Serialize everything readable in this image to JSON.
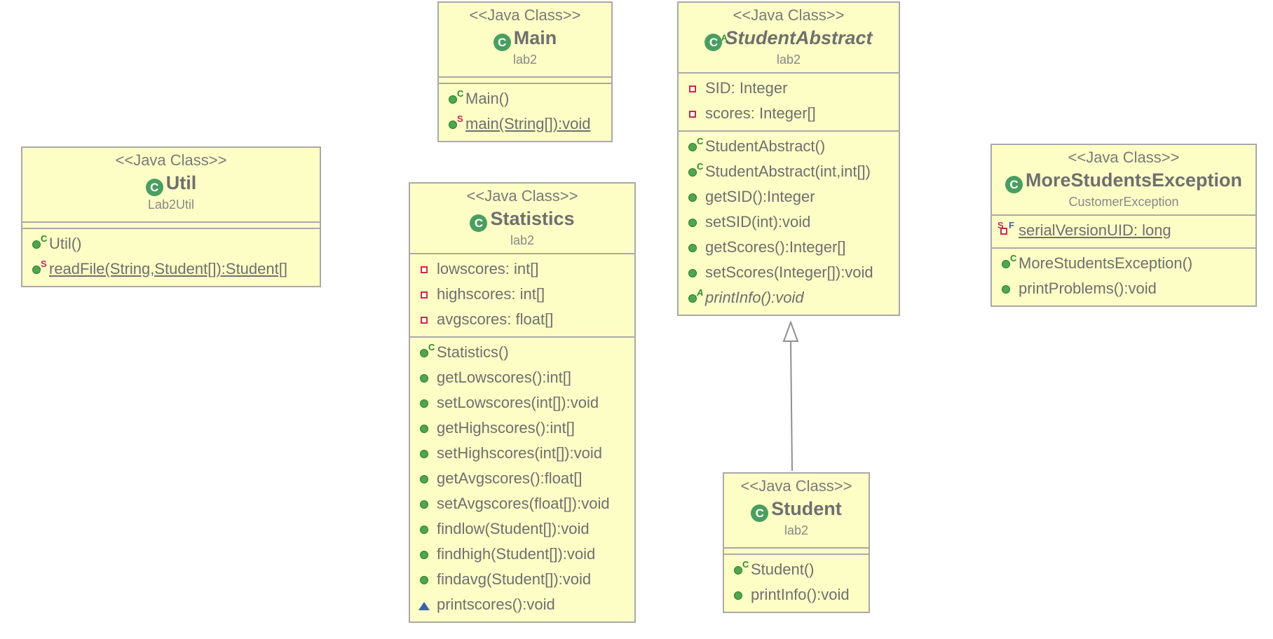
{
  "classes": {
    "util": {
      "stereotype": "<<Java Class>>",
      "icon": "C",
      "name": "Util",
      "package": "Lab2Util",
      "methods": [
        {
          "text": "Util()",
          "kind": "constructor"
        },
        {
          "text": "readFile(String,Student[]):Student[]",
          "kind": "static-method"
        }
      ]
    },
    "main": {
      "stereotype": "<<Java Class>>",
      "icon": "C",
      "name": "Main",
      "package": "lab2",
      "methods": [
        {
          "text": "Main()",
          "kind": "constructor"
        },
        {
          "text": "main(String[]):void",
          "kind": "static-method"
        }
      ]
    },
    "statistics": {
      "stereotype": "<<Java Class>>",
      "icon": "C",
      "name": "Statistics",
      "package": "lab2",
      "fields": [
        {
          "text": "lowscores: int[]",
          "kind": "private"
        },
        {
          "text": "highscores: int[]",
          "kind": "private"
        },
        {
          "text": "avgscores: float[]",
          "kind": "private"
        }
      ],
      "methods": [
        {
          "text": "Statistics()",
          "kind": "constructor"
        },
        {
          "text": "getLowscores():int[]",
          "kind": "public"
        },
        {
          "text": "setLowscores(int[]):void",
          "kind": "public"
        },
        {
          "text": "getHighscores():int[]",
          "kind": "public"
        },
        {
          "text": "setHighscores(int[]):void",
          "kind": "public"
        },
        {
          "text": "getAvgscores():float[]",
          "kind": "public"
        },
        {
          "text": "setAvgscores(float[]):void",
          "kind": "public"
        },
        {
          "text": "findlow(Student[]):void",
          "kind": "public"
        },
        {
          "text": "findhigh(Student[]):void",
          "kind": "public"
        },
        {
          "text": "findavg(Student[]):void",
          "kind": "public"
        },
        {
          "text": "printscores():void",
          "kind": "package"
        }
      ]
    },
    "student_abstract": {
      "stereotype": "<<Java Class>>",
      "icon": "C",
      "icon_badge": "A",
      "name": "StudentAbstract",
      "package": "lab2",
      "fields": [
        {
          "text": "SID: Integer",
          "kind": "private"
        },
        {
          "text": "scores: Integer[]",
          "kind": "private"
        }
      ],
      "methods": [
        {
          "text": "StudentAbstract()",
          "kind": "constructor"
        },
        {
          "text": "StudentAbstract(int,int[])",
          "kind": "constructor"
        },
        {
          "text": "getSID():Integer",
          "kind": "public"
        },
        {
          "text": "setSID(int):void",
          "kind": "public"
        },
        {
          "text": "getScores():Integer[]",
          "kind": "public"
        },
        {
          "text": "setScores(Integer[]):void",
          "kind": "public"
        },
        {
          "text": "printInfo():void",
          "kind": "abstract"
        }
      ]
    },
    "student": {
      "stereotype": "<<Java Class>>",
      "icon": "C",
      "name": "Student",
      "package": "lab2",
      "methods": [
        {
          "text": "Student()",
          "kind": "constructor"
        },
        {
          "text": "printInfo():void",
          "kind": "public"
        }
      ]
    },
    "more_students_exception": {
      "stereotype": "<<Java Class>>",
      "icon": "C",
      "name": "MoreStudentsException",
      "package": "CustomerException",
      "fields": [
        {
          "text": "serialVersionUID: long",
          "kind": "static-final-private"
        }
      ],
      "methods": [
        {
          "text": "MoreStudentsException()",
          "kind": "constructor"
        },
        {
          "text": "printProblems():void",
          "kind": "public"
        }
      ]
    }
  },
  "relations": [
    {
      "type": "generalization",
      "from": "Student",
      "to": "StudentAbstract"
    }
  ],
  "colors": {
    "box_fill": "#fdfdc6",
    "box_border": "#a9a9a9",
    "text": "#6f6f6f",
    "public_dot": "#4fa64f",
    "private_square": "#c92b3f",
    "package_triangle": "#3b5fb3"
  }
}
